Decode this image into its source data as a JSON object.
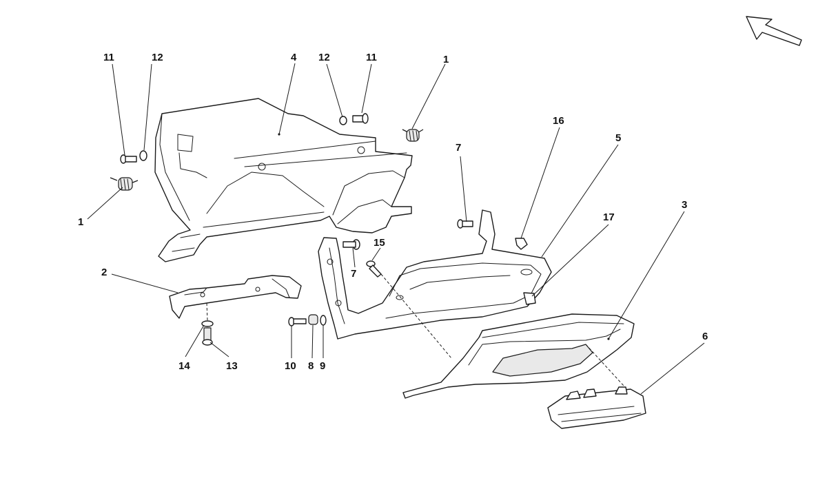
{
  "callouts": {
    "c1a": "11",
    "c1b": "12",
    "c1c": "4",
    "c1d": "12",
    "c1e": "11",
    "c1f": "1",
    "c2a": "16",
    "c2b": "5",
    "c2c": "7",
    "c2d": "1",
    "c3a": "3",
    "c3b": "17",
    "c3c": "15",
    "c3d": "2",
    "c3e": "7",
    "c4a": "14",
    "c4b": "13",
    "c4c": "10",
    "c4d": "8",
    "c4e": "9",
    "c4f": "6"
  },
  "orientation_icon": "direction-arrow-icon"
}
